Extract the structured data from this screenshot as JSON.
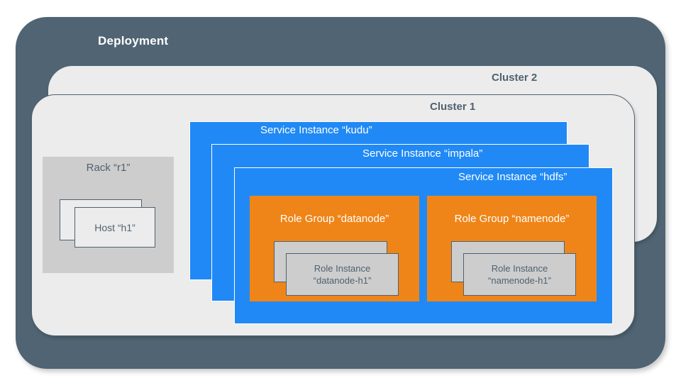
{
  "diagram": {
    "deployment": {
      "label": "Deployment",
      "color": "#506473"
    },
    "clusters": [
      {
        "label": "Cluster 2",
        "color": "#ececec"
      },
      {
        "label": "Cluster 1",
        "color": "#ececec"
      }
    ],
    "rack": {
      "label": "Rack “r1”",
      "color": "#cdcdcd",
      "hosts": [
        {
          "label": ""
        },
        {
          "label": "Host “h1”"
        }
      ]
    },
    "services": [
      {
        "label": "Service Instance “kudu”",
        "color": "#2089f5"
      },
      {
        "label": "Service Instance “impala”",
        "color": "#2089f5"
      },
      {
        "label": "Service Instance “hdfs”",
        "color": "#2089f5"
      }
    ],
    "role_groups": [
      {
        "label": "Role Group “datanode”",
        "color": "#ef8518",
        "instances": [
          {
            "line1": "",
            "line2": ""
          },
          {
            "line1": "Role Instance",
            "line2": "“datanode-h1”"
          }
        ]
      },
      {
        "label": "Role Group “namenode”",
        "color": "#ef8518",
        "instances": [
          {
            "line1": "",
            "line2": ""
          },
          {
            "line1": "Role Instance",
            "line2": "“namenode-h1”"
          }
        ]
      }
    ]
  }
}
